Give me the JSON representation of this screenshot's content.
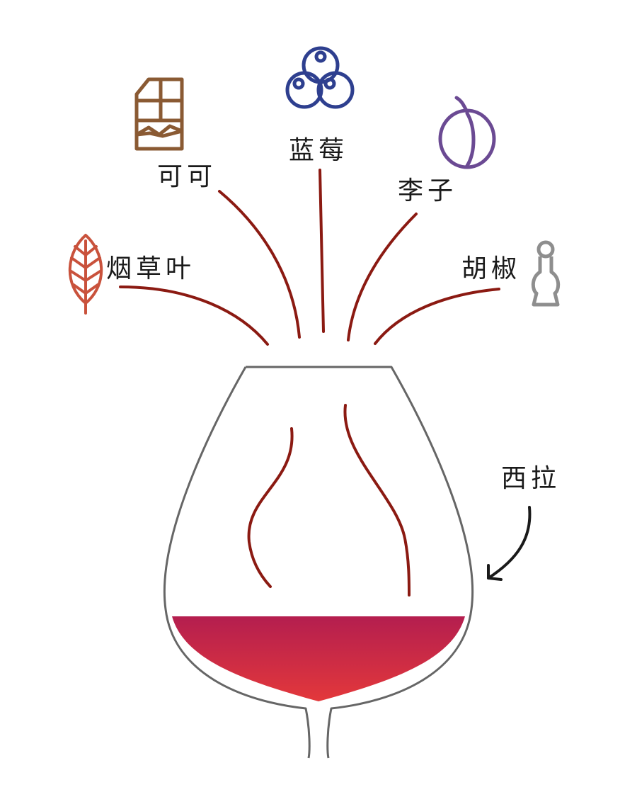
{
  "aromas": {
    "tobacco": "烟草叶",
    "cocoa": "可可",
    "blueberry": "蓝莓",
    "plum": "李子",
    "pepper": "胡椒"
  },
  "grape": "西拉",
  "icons": {
    "tobacco": "leaf-icon",
    "cocoa": "chocolate-bar-icon",
    "blueberry": "blueberries-icon",
    "plum": "plum-icon",
    "pepper": "pepper-grinder-icon"
  },
  "colors": {
    "aroma_line": "#8b1a12",
    "tobacco_icon": "#c9523c",
    "cocoa_icon": "#8a5a33",
    "blueberry_icon": "#2e3f8f",
    "plum_icon": "#6b4a93",
    "pepper_icon": "#8e8e8e",
    "glass_outline": "#666666",
    "wine_top": "#b41e4f",
    "wine_bottom": "#e3383b"
  }
}
